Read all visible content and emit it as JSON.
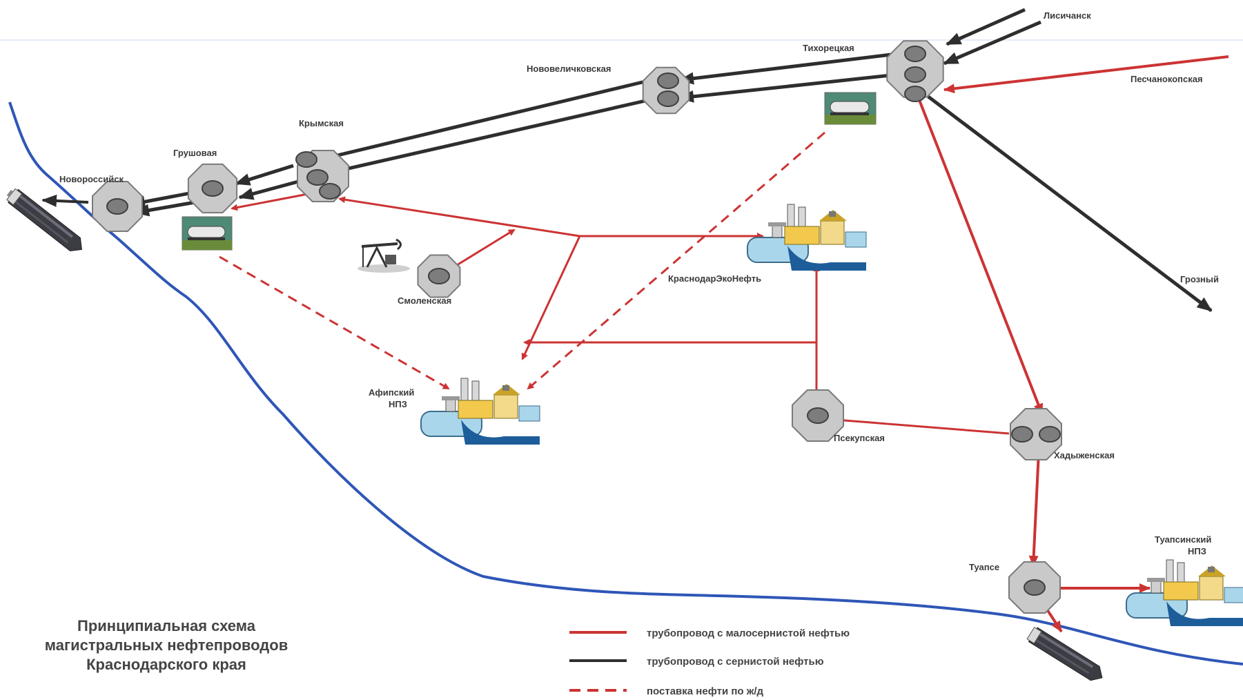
{
  "colors": {
    "sweet_pipeline": "#cc3333",
    "sour_pipeline": "#2e2e2e",
    "coastline": "#2f56b7",
    "station_fill": "#c9c9c9",
    "station_stroke": "#7a7a7a"
  },
  "icons": {
    "station": "pump-station-octagon-icon",
    "tanker": "oil-tanker-icon",
    "refinery": "refinery-icon",
    "rail": "rail-tank-car-icon",
    "pumpjack": "oil-pumpjack-icon"
  },
  "labels": {
    "lisichansk": "Лисичанск",
    "tikhoretskaya": "Тихорецкая",
    "peschanokopskaya": "Песчанокопская",
    "novovelichkovskaya": "Нововеличковская",
    "krymskaya": "Крымская",
    "grushovaya": "Грушовая",
    "novorossiysk": "Новороссийск",
    "smolenskaya": "Смоленская",
    "krasnodar_eco": "КраснодарЭкоНефть",
    "grozny": "Грозный",
    "afipsky_1": "Афипский",
    "afipsky_2": "НПЗ",
    "psekupskaya": "Псекупская",
    "khadyzhenskaya": "Хадыженская",
    "tuapse": "Туапсе",
    "tuapse_refinery_1": "Туапсинский",
    "tuapse_refinery_2": "НПЗ"
  },
  "title": {
    "line1": "Принципиальная схема",
    "line2": "магистральных нефтепроводов",
    "line3": "Краснодарского края"
  },
  "legend": {
    "sweet": "трубопровод с малосернистой нефтью",
    "sour": "трубопровод с сернистой нефтью",
    "rail": "поставка нефти по ж/д"
  }
}
